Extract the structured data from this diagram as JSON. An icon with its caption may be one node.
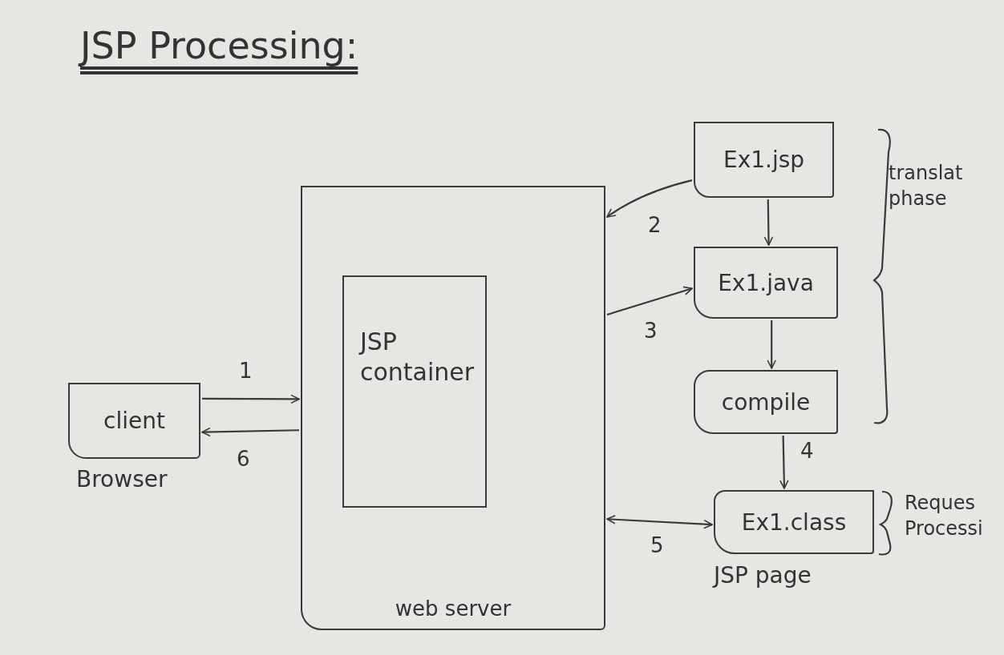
{
  "diagram": {
    "title": "JSP Processing:",
    "nodes": [
      {
        "text": [
          "client"
        ],
        "beside": [
          "Browser"
        ]
      },
      {
        "text": [
          "web server"
        ]
      },
      {
        "text": [
          "JSP container"
        ],
        "in": 1
      },
      {
        "text": [
          "Ex1.jsp"
        ]
      },
      {
        "text": [
          "Ex1.java"
        ]
      },
      {
        "text": [
          "compile"
        ]
      },
      {
        "text": [
          "Ex1.class"
        ],
        "beside": [
          "JSP page"
        ]
      }
    ],
    "edges": [
      {
        "from": 0,
        "to": 1,
        "arrow": "to",
        "label": "1"
      },
      {
        "from": 1,
        "to": 0,
        "arrow": "to",
        "label": "6"
      },
      {
        "from": 3,
        "to": 1,
        "arrow": "to",
        "label": "2"
      },
      {
        "from": 1,
        "to": 4,
        "arrow": "to",
        "label": "3"
      },
      {
        "from": 3,
        "to": 4,
        "arrow": "to"
      },
      {
        "from": 4,
        "to": 5,
        "arrow": "to"
      },
      {
        "from": 5,
        "to": 6,
        "arrow": "to",
        "label": "4"
      },
      {
        "from": 1,
        "to": 6,
        "arrow": "both",
        "label": "5"
      }
    ],
    "labels": [
      "translat phase",
      "Reques Processi"
    ]
  }
}
